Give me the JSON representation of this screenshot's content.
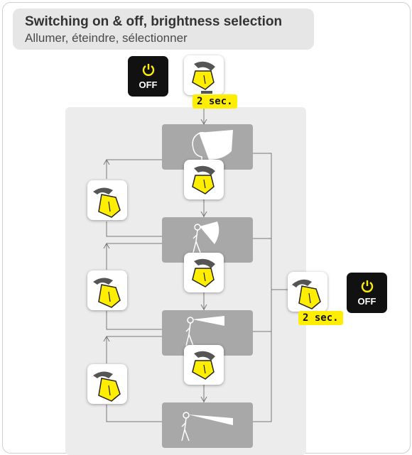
{
  "header": {
    "title": "Switching on & off, brightness selection",
    "subtitle": "Allumer, éteindre, sélectionner"
  },
  "off_label": "OFF",
  "hold_label": "2 sec.",
  "modes": [
    "mode-1",
    "mode-2",
    "mode-3",
    "mode-4"
  ],
  "colors": {
    "accent": "#ffee00",
    "panel": "#ececec",
    "mode_box": "#a8a8a8",
    "header_bg": "#e6e6e6",
    "off_box": "#111111"
  },
  "icons": [
    "power-icon",
    "lamp-press-icon",
    "lamp-tilt-icon",
    "person-beam-icon"
  ]
}
